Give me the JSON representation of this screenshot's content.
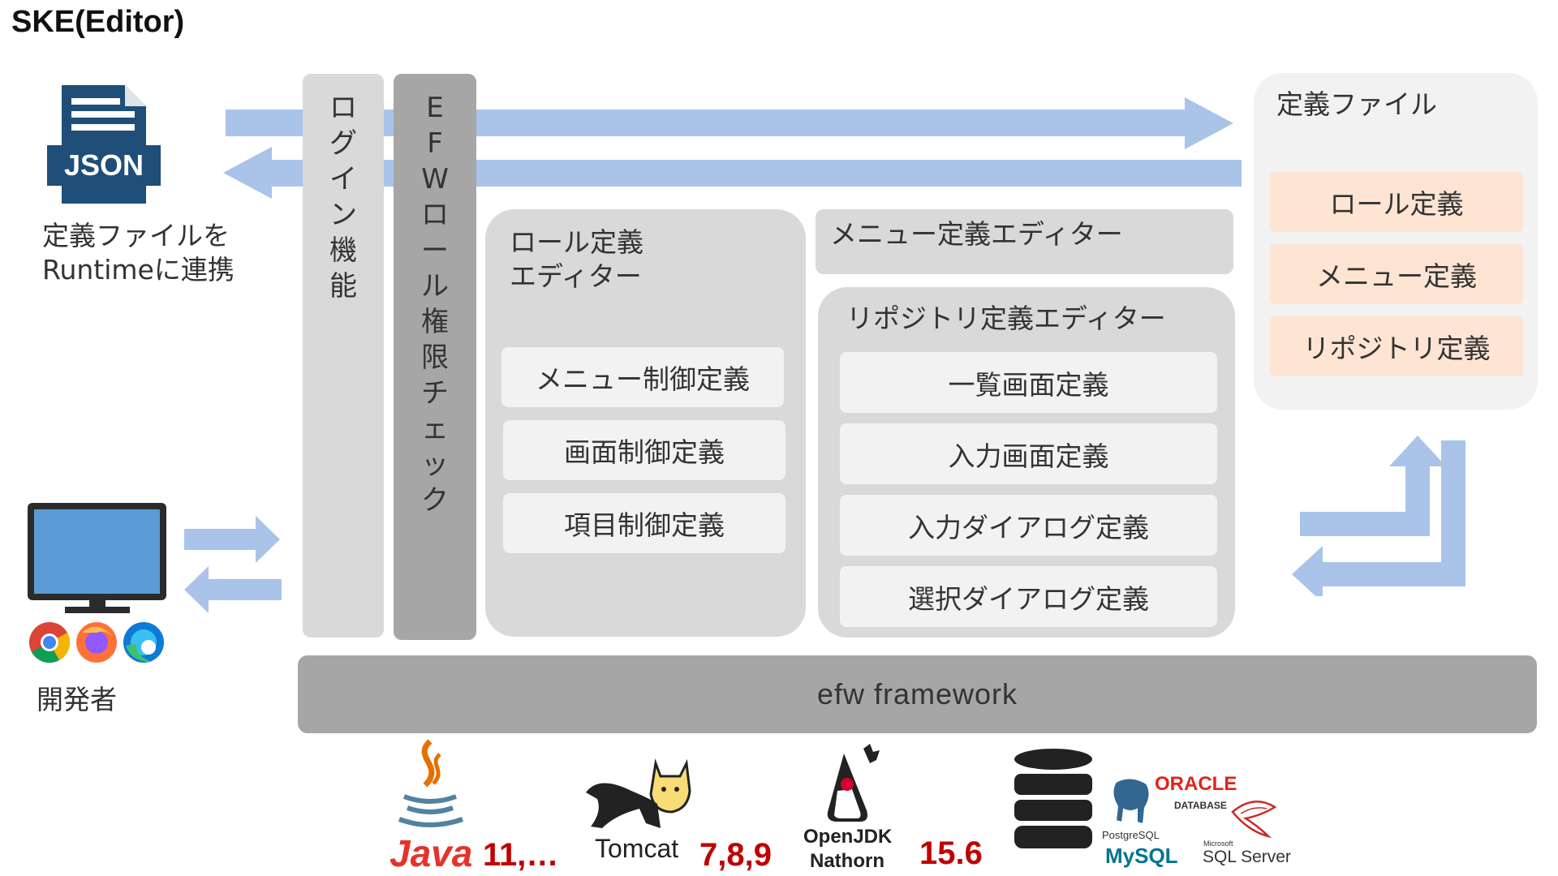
{
  "title": "SKE(Editor)",
  "json_icon": {
    "label": "JSON",
    "caption_line1": "定義ファイルを",
    "caption_line2": "Runtimeに連携"
  },
  "developer": {
    "caption": "開発者"
  },
  "login_column": {
    "chars": [
      "ロ",
      "グ",
      "イ",
      "ン",
      "機",
      "能"
    ]
  },
  "efw_column": {
    "chars": [
      "E",
      "F",
      "W",
      "ロ",
      "ー",
      "ル",
      "権",
      "限",
      "チ",
      "ェ",
      "ッ",
      "ク"
    ]
  },
  "role_editor": {
    "title_line1": "ロール定義",
    "title_line2": "エディター",
    "items": [
      "メニュー制御定義",
      "画面制御定義",
      "項目制御定義"
    ]
  },
  "menu_editor": {
    "title": "メニュー定義エディター"
  },
  "repository_editor": {
    "title": "リポジトリ定義エディター",
    "items": [
      "一覧画面定義",
      "入力画面定義",
      "入力ダイアログ定義",
      "選択ダイアログ定義"
    ]
  },
  "definition_files": {
    "title": "定義ファイル",
    "items": [
      "ロール定義",
      "メニュー定義",
      "リポジトリ定義"
    ]
  },
  "framework": {
    "label": "efw framework"
  },
  "stack": {
    "java": {
      "label": "Java",
      "version": "11,…"
    },
    "tomcat": {
      "label": "Tomcat",
      "version": "7,8,9"
    },
    "openjdk": {
      "label_line1": "OpenJDK",
      "label_line2": "Nathorn",
      "version": "15.6"
    },
    "databases": {
      "oracle": "ORACLE",
      "oracle_sub": "DATABASE",
      "postgres": "PostgreSQL",
      "mysql": "MySQL",
      "microsoft": "Microsoft",
      "sqlserver": "SQL Server"
    }
  },
  "colors": {
    "arrow": "#a9c4e8",
    "login_column": "#d9d9d9",
    "efw_column": "#a6a6a6",
    "panel": "#d9d9d9",
    "definition_panel": "#f2f2f2",
    "definition_item": "#fde4d3",
    "framework_bar": "#a6a6a6",
    "json_icon": "#1f4e79",
    "version_text": "#c00000"
  }
}
